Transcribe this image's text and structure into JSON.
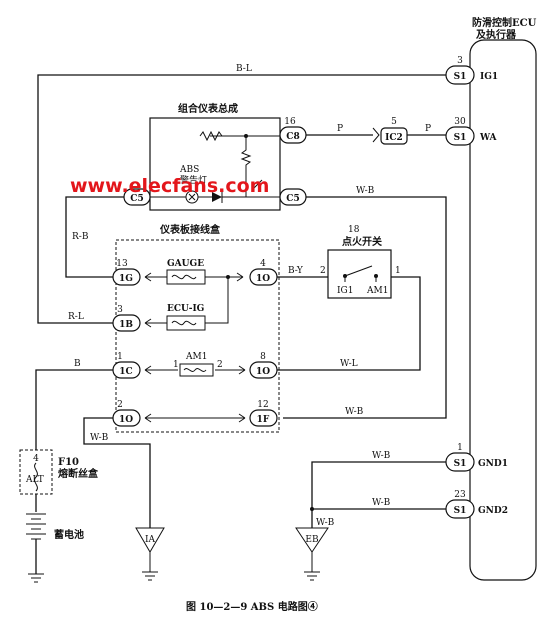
{
  "ecu": {
    "title_line1": "防滑控制ECU",
    "title_line2": "及执行器",
    "pins": [
      {
        "connector": "S1",
        "number": "3",
        "terminal": "IG1"
      },
      {
        "connector": "S1",
        "number": "30",
        "terminal": "WA"
      },
      {
        "connector": "S1",
        "number": "1",
        "terminal": "GND1"
      },
      {
        "connector": "S1",
        "number": "23",
        "terminal": "GND2"
      }
    ]
  },
  "meter": {
    "title": "组合仪表总成",
    "lamp_label_line1": "ABS",
    "lamp_label_line2": "警告灯",
    "pins": [
      {
        "connector": "C8",
        "number": "16"
      },
      {
        "connector": "C5"
      },
      {
        "connector": "C5"
      }
    ]
  },
  "junction_ic2": {
    "connector": "IC2",
    "number": "5"
  },
  "junction_box": {
    "title": "仪表板接线盒",
    "pins": [
      {
        "connector": "1G",
        "number": "13"
      },
      {
        "connector": "1B",
        "number": "3"
      },
      {
        "connector": "1C",
        "number": "1"
      },
      {
        "connector": "1O",
        "number": "2"
      },
      {
        "connector": "1O",
        "number": "4"
      },
      {
        "connector": "1O",
        "number": "8"
      },
      {
        "connector": "1F",
        "number": "12"
      }
    ],
    "fuses": [
      {
        "name": "GAUGE"
      },
      {
        "name": "ECU-IG"
      },
      {
        "name": "AM1",
        "pin_a": "1",
        "pin_b": "2"
      }
    ]
  },
  "ignition_switch": {
    "number": "18",
    "title": "点火开关",
    "left_terminal": "IG1",
    "right_terminal": "AM1",
    "pin_left": "2",
    "pin_right": "1"
  },
  "fuse_box": {
    "pin": "4",
    "fuse_name": "ALT",
    "code": "F10",
    "title": "熔断丝盒"
  },
  "battery": {
    "label": "蓄电池"
  },
  "grounds": [
    {
      "label": "IA"
    },
    {
      "label": "EB"
    }
  ],
  "wires": {
    "b_l": "B-L",
    "p1": "P",
    "p2": "P",
    "w_b_top": "W-B",
    "r_b": "R-B",
    "r_l": "R-L",
    "b_y": "B-Y",
    "w_l": "W-L",
    "w_b_mid": "W-B",
    "b": "B",
    "w_b_ground": "W-B",
    "w_b_gnd1": "W-B",
    "w_b_gnd2": "W-B",
    "w_b_eb": "W-B"
  },
  "watermark": "www.elecfans.com",
  "caption": "图 10—2—9   ABS 电路图④"
}
